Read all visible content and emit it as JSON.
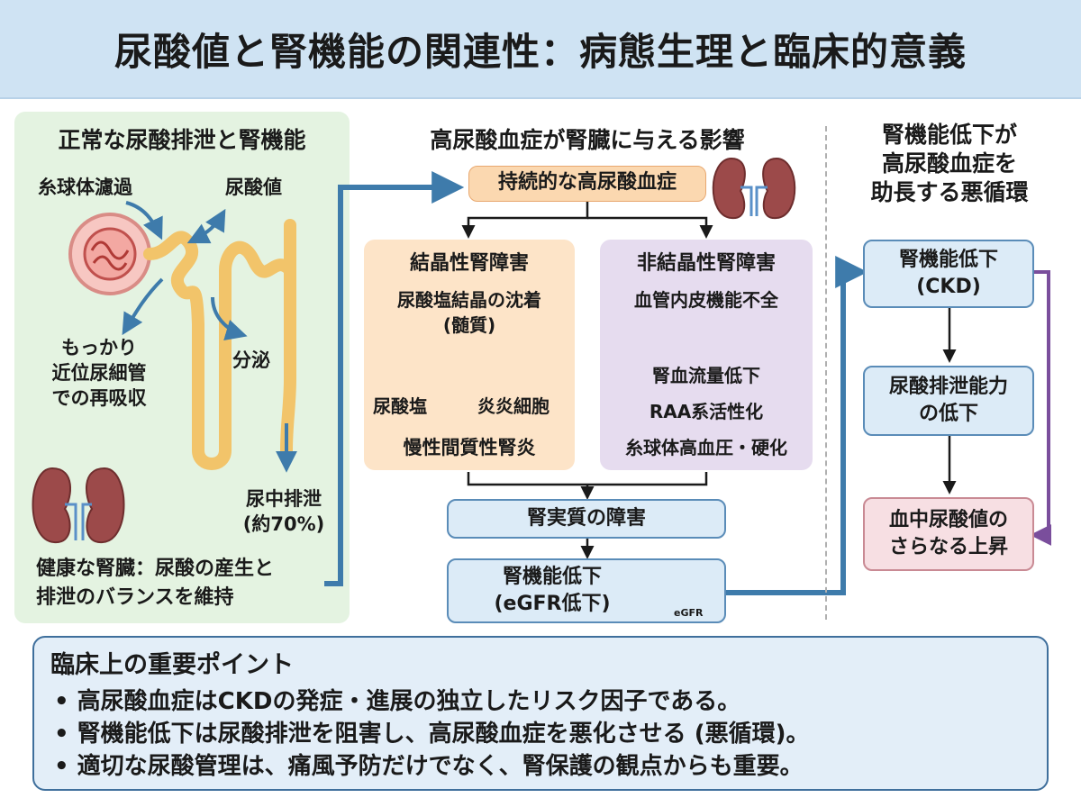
{
  "title": "尿酸値と腎機能の関連性：病態生理と臨床的意義",
  "left": {
    "heading": "正常な尿酸排泄と腎機能",
    "glomerular": "糸球体濾過",
    "uric_value": "尿酸値",
    "reabsorb_1": "もっかり",
    "reabsorb_2": "近位尿細管",
    "reabsorb_3": "での再吸収",
    "secretion": "分泌",
    "excretion_1": "尿中排泄",
    "excretion_2": "(約70%)",
    "caption_1": "健康な腎臓：尿酸の産生と",
    "caption_2": "排泄のバランスを維持"
  },
  "middle": {
    "heading": "高尿酸血症が腎臓に与える影響",
    "top_box": "持続的な高尿酸血症",
    "crystal": {
      "title": "結晶性腎障害",
      "line1": "尿酸塩結晶の沈着",
      "line2": "(髄質)",
      "urate": "尿酸塩",
      "cells": "炎炎細胞",
      "result": "慢性間質性腎炎"
    },
    "noncrystal": {
      "title": "非結晶性腎障害",
      "line1": "血管内皮機能不全",
      "line2": "腎血流量低下",
      "line3": "RAA系活性化",
      "line4": "糸球体高血圧・硬化"
    },
    "parenchyma": "腎実質の障害",
    "decline_1": "腎機能低下",
    "decline_2": "(eGFR低下)",
    "gauge_label": "eGFR"
  },
  "right": {
    "heading_1": "腎機能低下が",
    "heading_2": "高尿酸血症を",
    "heading_3": "助長する悪循環",
    "box1_1": "腎機能低下",
    "box1_2": "(CKD)",
    "box2_1": "尿酸排泄能力",
    "box2_2": "の低下",
    "box3_1": "血中尿酸値の",
    "box3_2": "さらなる上昇"
  },
  "points": {
    "heading": "臨床上の重要ポイント",
    "items": [
      "高尿酸血症はCKDの発症・進展の独立したリスク因子である。",
      "腎機能低下は尿酸排泄を阻害し、高尿酸血症を悪化させる (悪循環)。",
      "適切な尿酸管理は、痛風予防だけでなく、腎保護の観点からも重要。"
    ]
  },
  "colors": {
    "title_bg": "#cfe3f3",
    "left_panel": "#e4f3e1",
    "arrow_blue": "#3e7bab",
    "box_blue": "#dcebf7",
    "box_orange": "#fbd8b0",
    "panel_purple": "#e6dcef",
    "box_pink": "#f7dfe3",
    "loop_purple": "#7a4e9c"
  }
}
